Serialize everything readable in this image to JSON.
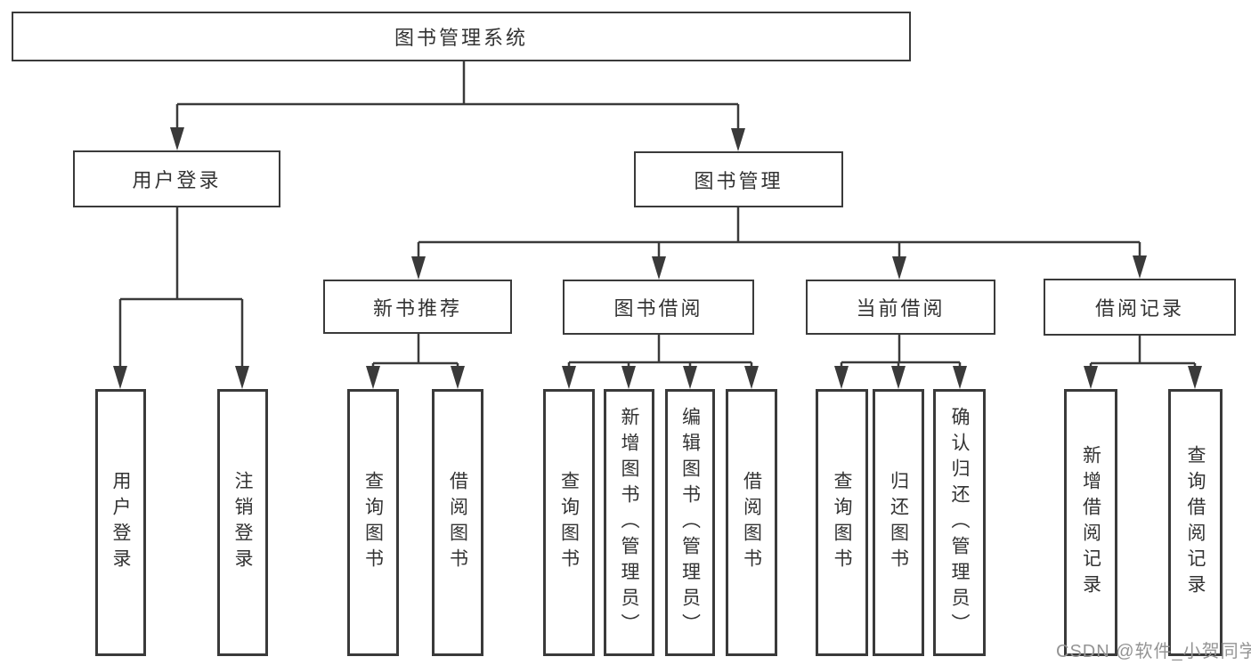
{
  "colors": {
    "line": "#3a3a3a",
    "box_border": "#3a3a3a",
    "text": "#333333",
    "background": "#ffffff",
    "watermark": "#949494"
  },
  "watermark": {
    "text": "CSDN @软件_小贺同学"
  },
  "tree": {
    "root": {
      "label": "图书管理系统",
      "children": [
        {
          "label": "用户登录",
          "children": [
            {
              "label": "用户登录"
            },
            {
              "label": "注销登录"
            }
          ]
        },
        {
          "label": "图书管理",
          "children": [
            {
              "label": "新书推荐",
              "children": [
                {
                  "label": "查询图书"
                },
                {
                  "label": "借阅图书"
                }
              ]
            },
            {
              "label": "图书借阅",
              "children": [
                {
                  "label": "查询图书"
                },
                {
                  "label": "新增图书（管理员）"
                },
                {
                  "label": "编辑图书（管理员）"
                },
                {
                  "label": "借阅图书"
                }
              ]
            },
            {
              "label": "当前借阅",
              "children": [
                {
                  "label": "查询图书"
                },
                {
                  "label": "归还图书"
                },
                {
                  "label": "确认归还（管理员）"
                }
              ]
            },
            {
              "label": "借阅记录",
              "children": [
                {
                  "label": "新增借阅记录"
                },
                {
                  "label": "查询借阅记录"
                }
              ]
            }
          ]
        }
      ]
    }
  }
}
